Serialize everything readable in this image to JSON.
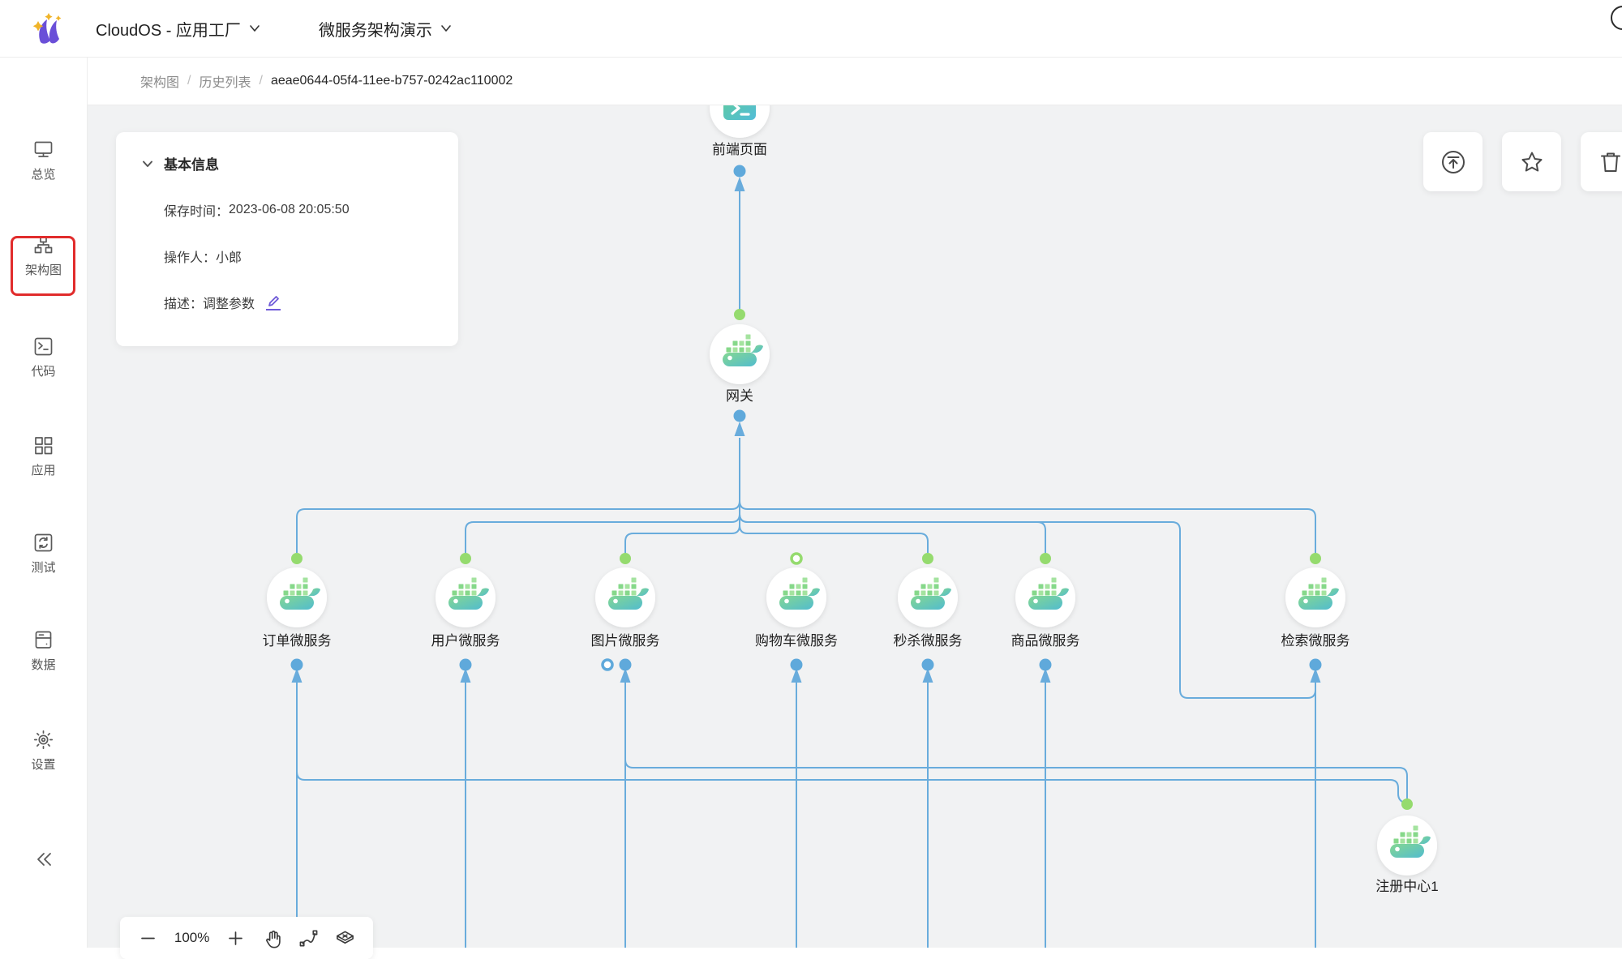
{
  "header": {
    "product_title": "CloudOS - 应用工厂",
    "workspace_title": "微服务架构演示"
  },
  "breadcrumb": [
    "架构图",
    "历史列表",
    "aeae0644-05f4-11ee-b757-0242ac110002"
  ],
  "sidebar": {
    "items": [
      {
        "id": "overview",
        "icon": "monitor-icon",
        "label": "总览",
        "active": false
      },
      {
        "id": "architecture",
        "icon": "sitemap-icon",
        "label": "架构图",
        "active": true
      },
      {
        "id": "code",
        "icon": "terminal-icon",
        "label": "代码",
        "active": false
      },
      {
        "id": "apps",
        "icon": "apps-icon",
        "label": "应用",
        "active": false
      },
      {
        "id": "test",
        "icon": "sync-icon",
        "label": "测试",
        "active": false
      },
      {
        "id": "data",
        "icon": "database-icon",
        "label": "数据",
        "active": false
      },
      {
        "id": "settings",
        "icon": "gear-icon",
        "label": "设置",
        "active": false
      }
    ]
  },
  "info_card": {
    "title": "基本信息",
    "rows": [
      {
        "label": "保存时间：",
        "value": "2023-06-08 20:05:50",
        "editable": false
      },
      {
        "label": "操作人：",
        "value": "小郎",
        "editable": false
      },
      {
        "label": "描述：",
        "value": "调整参数",
        "editable": true
      }
    ]
  },
  "action_buttons": [
    {
      "id": "publish",
      "icon": "publish-icon"
    },
    {
      "id": "favorite",
      "icon": "star-icon"
    },
    {
      "id": "delete",
      "icon": "trash-icon"
    }
  ],
  "zoom_toolbar": {
    "zoom_level": "100%"
  },
  "diagram": {
    "nodes": [
      {
        "id": "frontend",
        "label": "前端页面"
      },
      {
        "id": "gateway",
        "label": "网关"
      },
      {
        "id": "order",
        "label": "订单微服务"
      },
      {
        "id": "user",
        "label": "用户微服务"
      },
      {
        "id": "image",
        "label": "图片微服务"
      },
      {
        "id": "cart",
        "label": "购物车微服务"
      },
      {
        "id": "seckill",
        "label": "秒杀微服务"
      },
      {
        "id": "product",
        "label": "商品微服务"
      },
      {
        "id": "search",
        "label": "检索微服务"
      },
      {
        "id": "registry",
        "label": "注册中心1"
      }
    ]
  },
  "colors": {
    "edge_blue": "#69acdc",
    "port_green": "#95db6e",
    "port_blue": "#5fa9db",
    "highlight_red": "#e12c2c",
    "accent_purple": "#6f5bd8"
  }
}
